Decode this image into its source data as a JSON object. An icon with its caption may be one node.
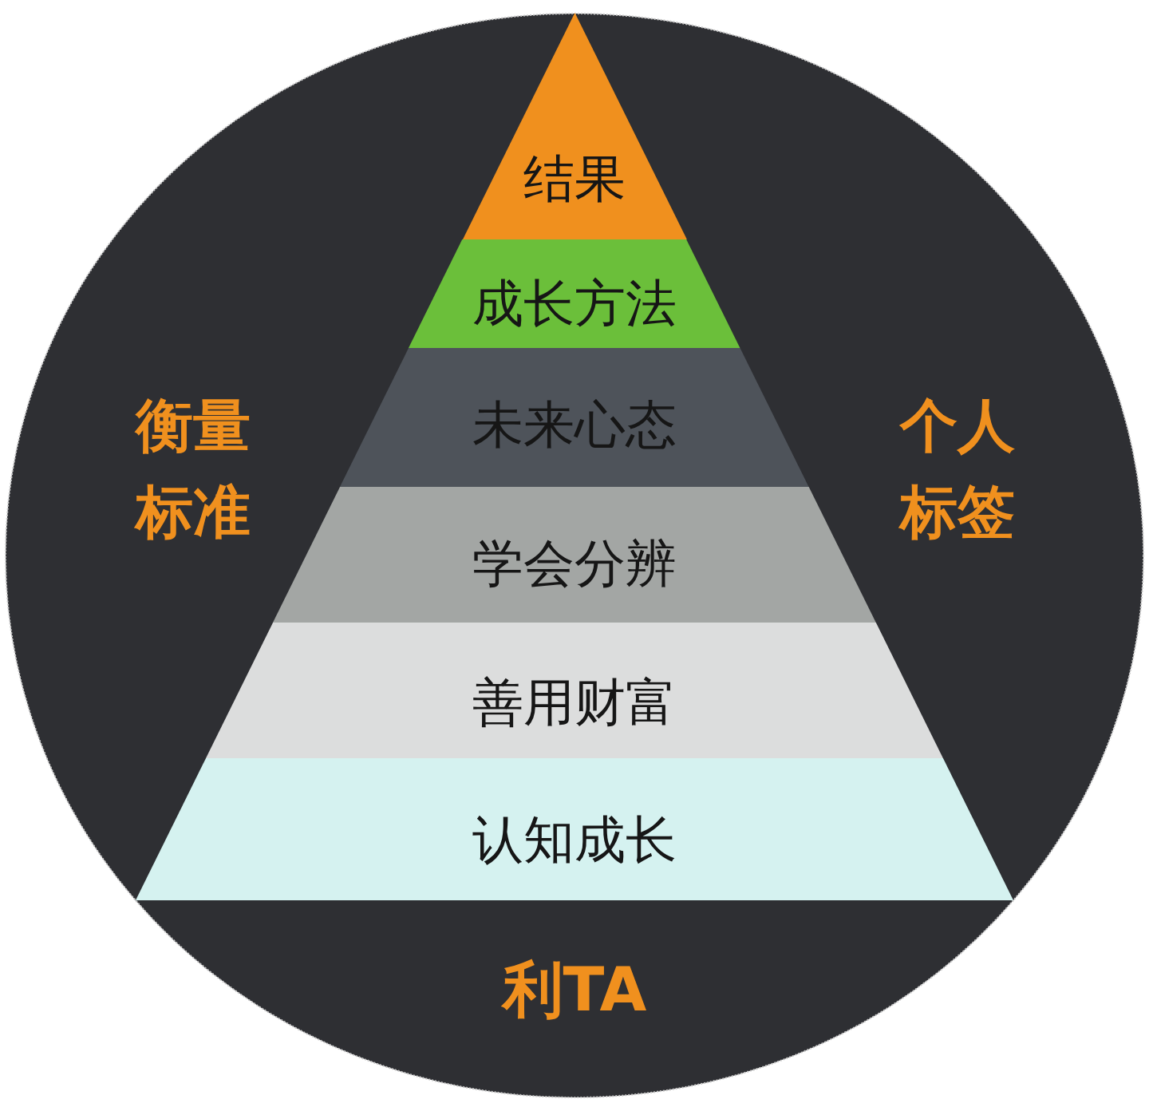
{
  "diagram": {
    "nodes": [
      {
        "text": [
          "衡量标准",
          "个人标签",
          "利TA"
        ]
      },
      {
        "text": [
          "结果"
        ],
        "in": 0
      },
      {
        "text": [
          "成长方法"
        ],
        "in": 0
      },
      {
        "text": [
          "未来心态"
        ],
        "in": 0
      },
      {
        "text": [
          "学会分辨"
        ],
        "in": 0
      },
      {
        "text": [
          "善用财富"
        ],
        "in": 0
      },
      {
        "text": [
          "认知成长"
        ],
        "in": 0
      }
    ]
  }
}
